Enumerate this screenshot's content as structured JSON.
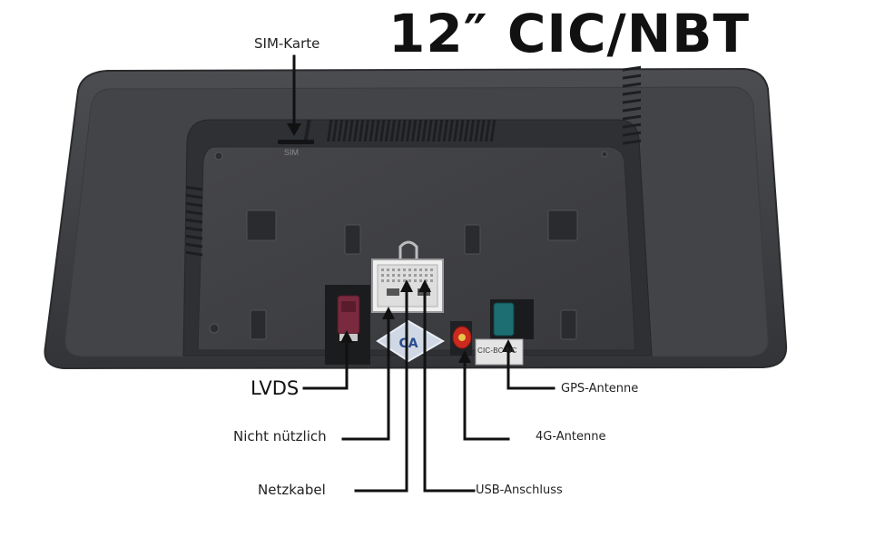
{
  "title": "12″ CIC/NBT",
  "labels": {
    "sim": "SIM-Karte",
    "lvds": "LVDS",
    "not_useful": "Nicht nützlich",
    "power": "Netzkabel",
    "usb": "USB-Anschluss",
    "antenna_4g": "4G-Antenne",
    "gps": "GPS-Antenne"
  },
  "device_marks": {
    "sim_slot": "SIM",
    "model_tag": "CIC-BC-NC"
  },
  "colors": {
    "body": "#3c3d40",
    "bezel": "#4a4b4e",
    "panel": "#3a3b3e",
    "lvds_connector": "#7a2a3e",
    "antenna_4g": "#cc2a1e",
    "gps_connector": "#1c6e72",
    "arrow": "#111111"
  }
}
